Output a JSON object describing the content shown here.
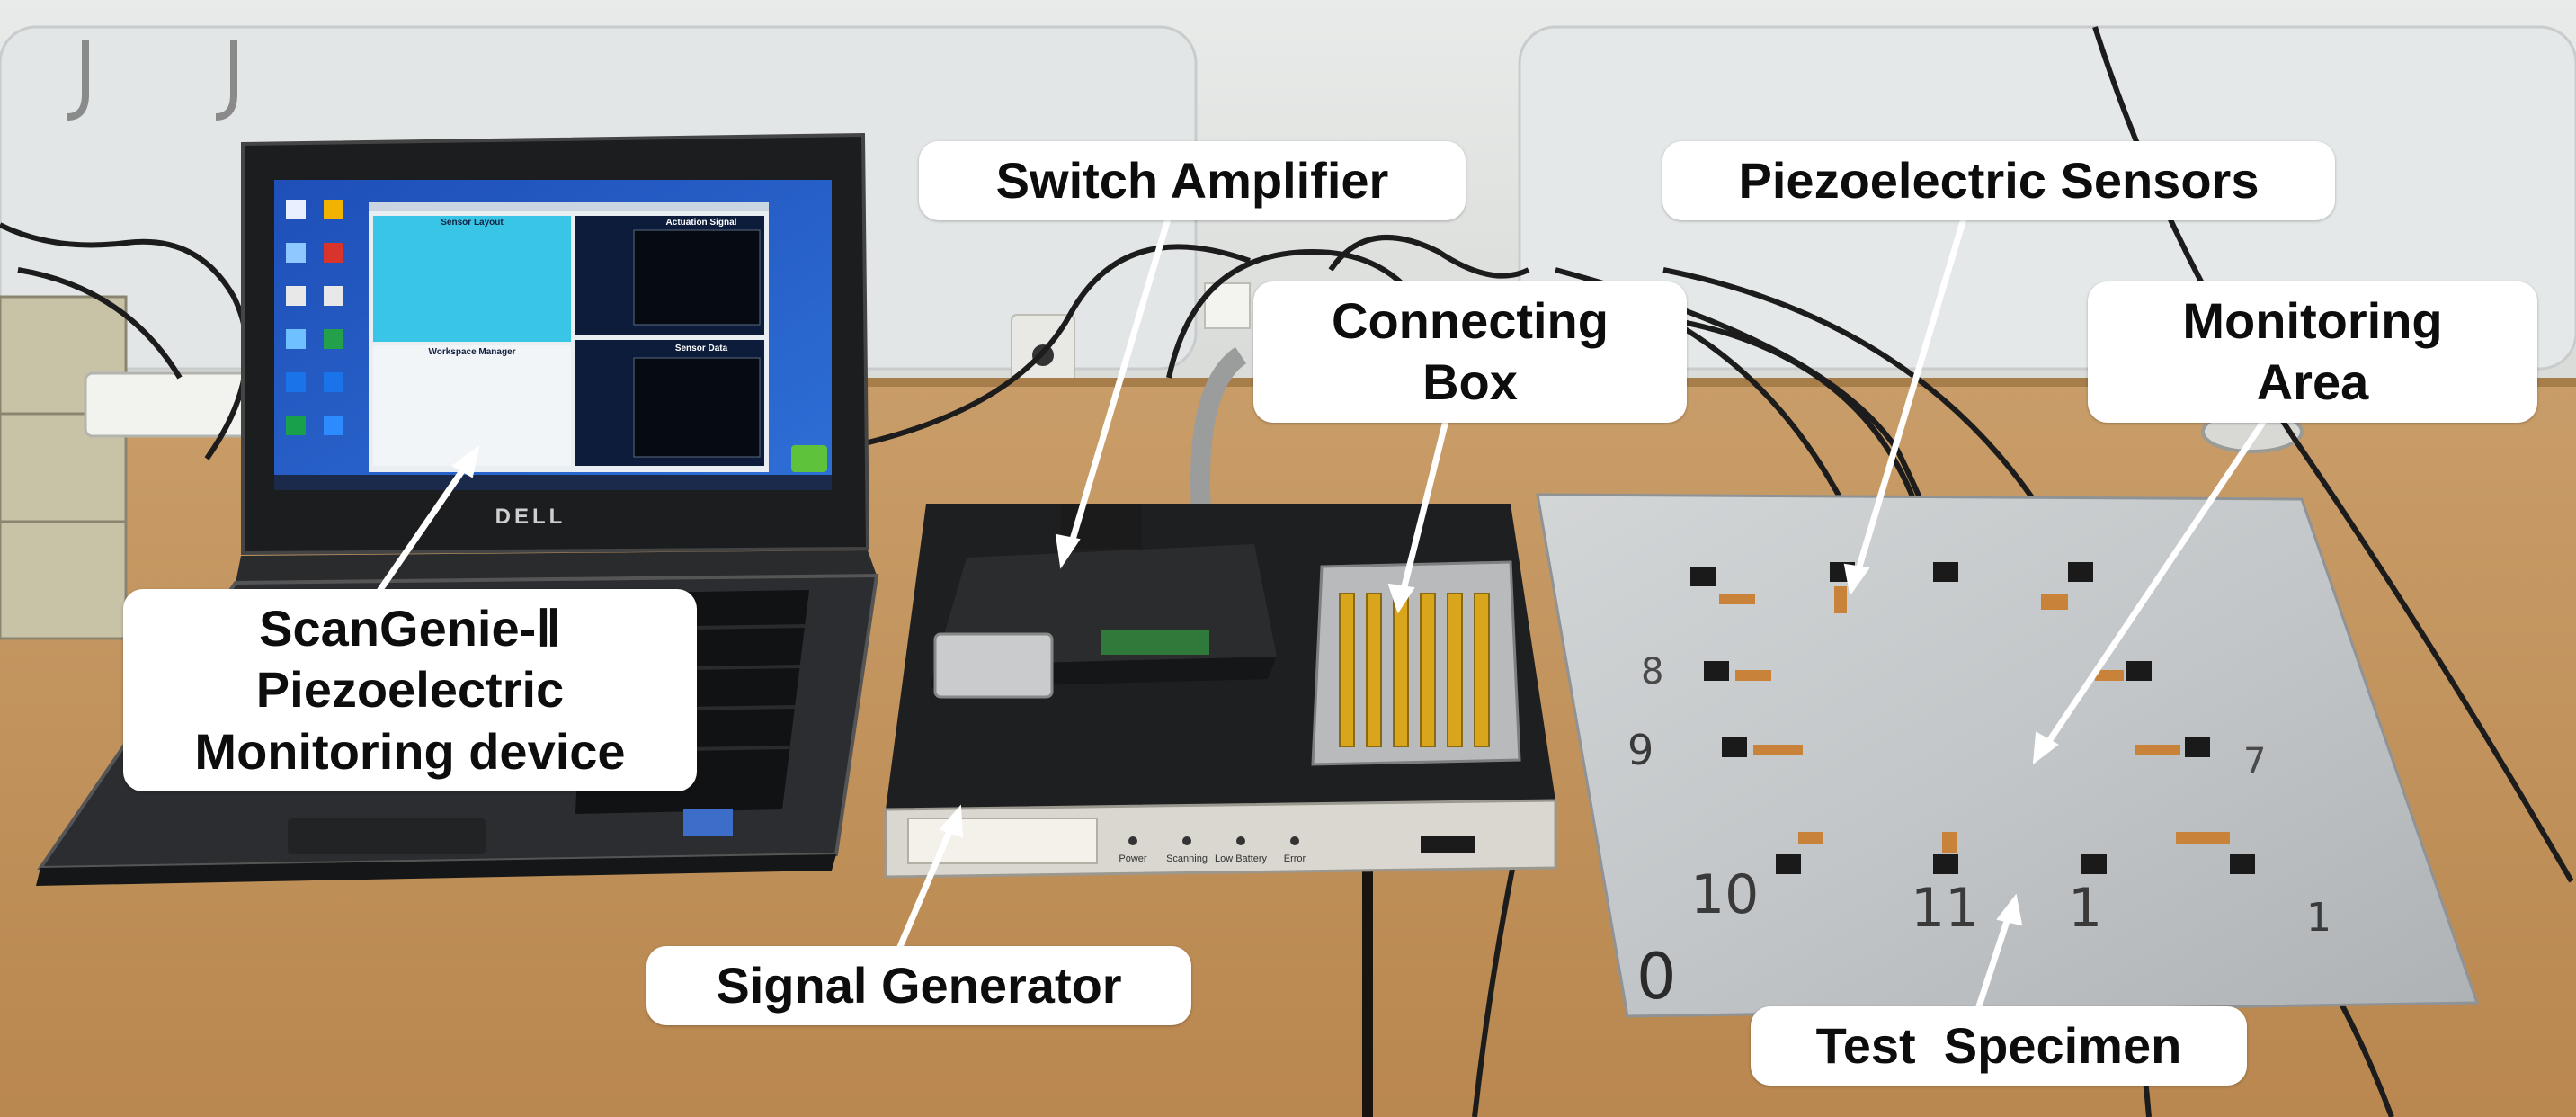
{
  "labels": {
    "switch_amplifier": "Switch Amplifier",
    "piezoelectric_sensors": "Piezoelectric Sensors",
    "connecting_box": [
      "Connecting",
      "Box"
    ],
    "monitoring_area": [
      "Monitoring",
      "Area"
    ],
    "scangenie_device": [
      "ScanGenie-Ⅱ",
      "Piezoelectric",
      "Monitoring device"
    ],
    "signal_generator": "Signal Generator",
    "test_specimen": "Test  Specimen"
  },
  "laptop_screen": {
    "sensor_layout_title": "Sensor Layout",
    "actuation_signal_title": "Actuation Signal",
    "sensor_data_title": "Sensor Data",
    "workspace_manager_title": "Workspace Manager"
  },
  "laptop_brand": "DELL",
  "signal_generator_panel": {
    "indicators": [
      "Power",
      "Scanning",
      "Low Battery",
      "Error"
    ]
  },
  "specimen_markings": [
    "10",
    "11",
    "1",
    "0",
    "8",
    "9",
    "7",
    "1"
  ],
  "colors": {
    "desk": "#c89a63",
    "specimen": "#c6cacc",
    "screen": "#38c5e6",
    "callout_bg": "#ffffff",
    "callout_text": "#0d0d0d"
  }
}
